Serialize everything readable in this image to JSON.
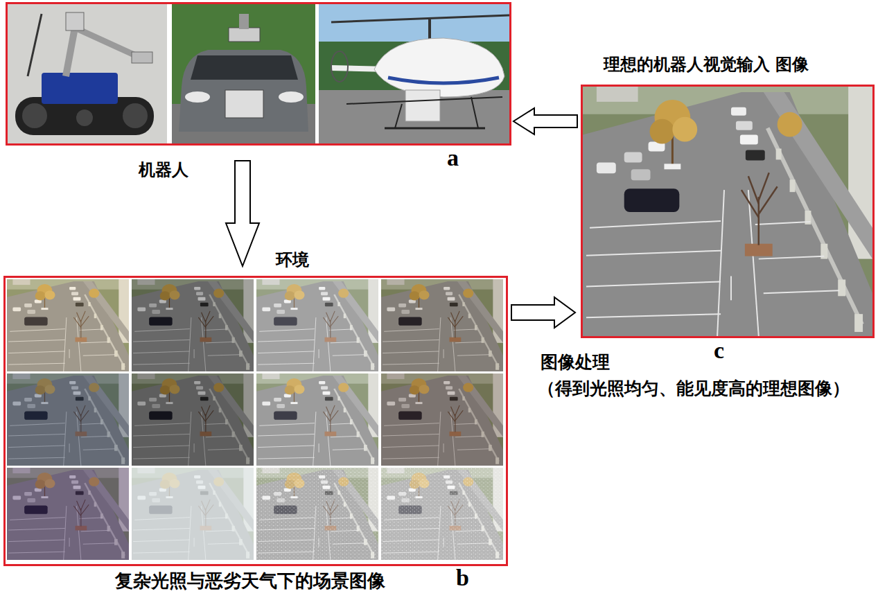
{
  "diagram": {
    "nodes": [
      {
        "text": [
          "机器人"
        ]
      },
      {
        "text": [
          "环境",
          "复杂光照与恶劣天气下的场景图像"
        ]
      },
      {
        "text": [
          "理想的机器人视觉输入 图像"
        ]
      }
    ],
    "edges": [
      {
        "from": 0,
        "to": 1,
        "arrow": "to"
      },
      {
        "from": 1,
        "to": 2,
        "arrow": "to",
        "label": "图像处理"
      },
      {
        "from": 2,
        "to": 0,
        "arrow": "to"
      }
    ],
    "labels": [
      "a",
      "b",
      "c",
      "（得到光照均匀、能见度高的理想图像）"
    ]
  }
}
